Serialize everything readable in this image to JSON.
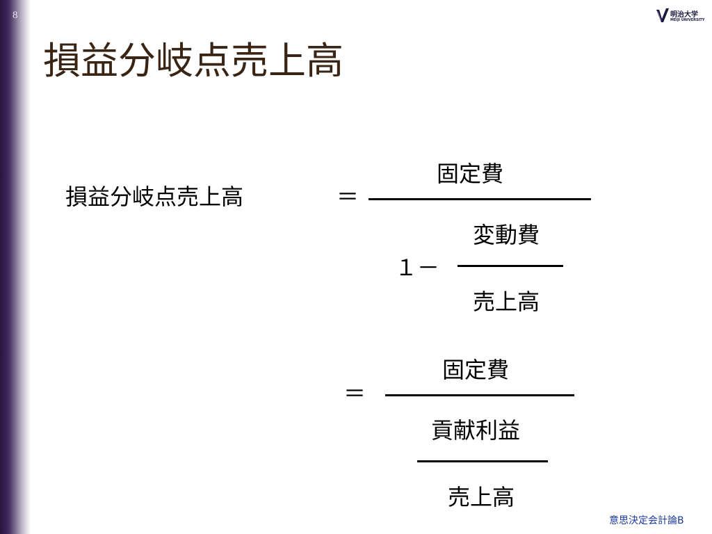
{
  "slide": {
    "page_number": "8",
    "title": "損益分岐点売上高"
  },
  "logo": {
    "name": "明治大学",
    "subtitle": "MEIJI UNIVERSITY",
    "brand_color": "#1a1a40",
    "accent_color": "#8a7ab0"
  },
  "formula1": {
    "lhs": "損益分岐点売上高",
    "equals": "＝",
    "numerator": "固定費",
    "denominator_prefix": "１－",
    "inner_numerator": "変動費",
    "inner_denominator": "売上高"
  },
  "formula2": {
    "equals": "＝",
    "numerator": "固定費",
    "inner_numerator": "貢献利益",
    "inner_denominator": "売上高"
  },
  "footer": {
    "course": "意思決定会計論B"
  }
}
